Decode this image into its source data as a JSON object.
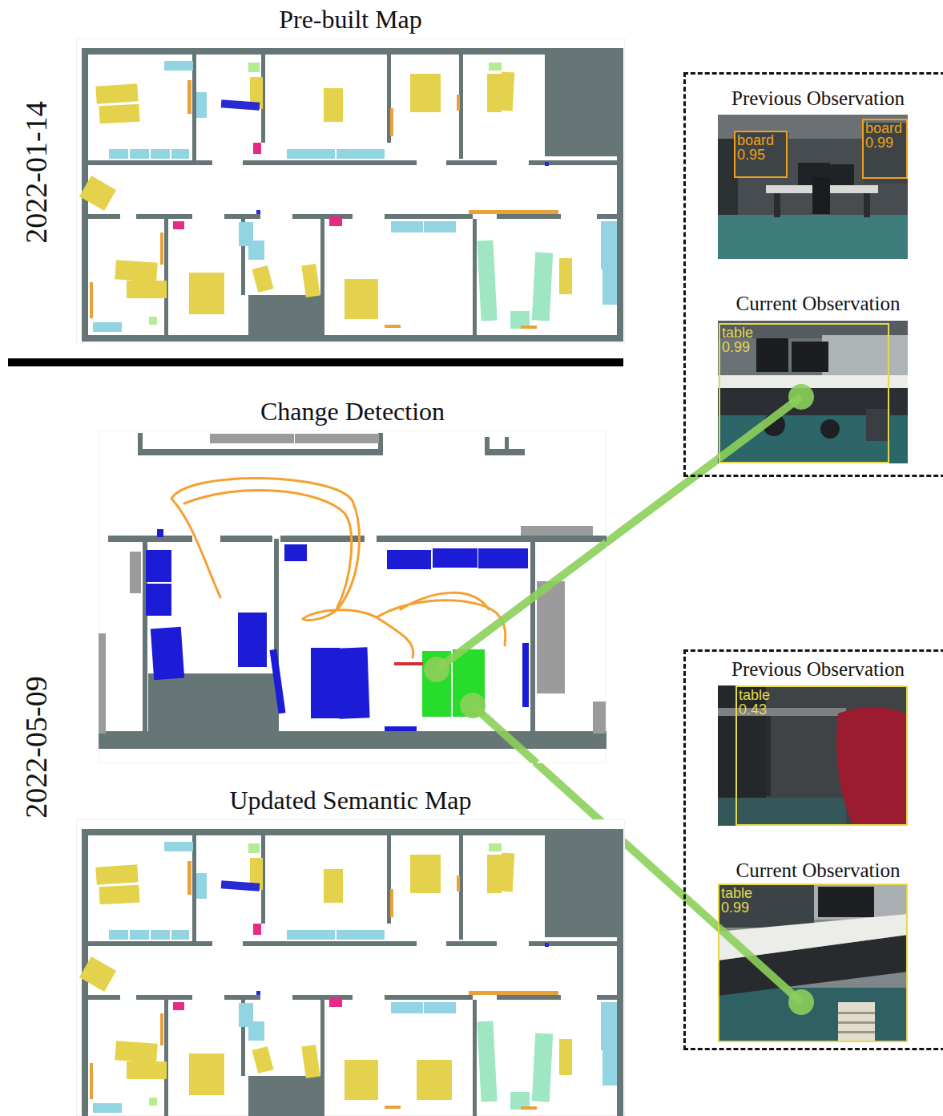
{
  "diagram": {
    "nodes": [
      {
        "text": [
          "Pre-built Map"
        ]
      },
      {
        "text": [
          "Change Detection"
        ]
      },
      {
        "text": [
          "Updated Semantic Map"
        ]
      },
      {
        "text": [
          "Previous Observation",
          "Current Observation"
        ]
      },
      {
        "text": [
          "Previous Observation",
          "Current Observation"
        ]
      },
      {
        "text": [
          "board 0.95"
        ],
        "in": 3
      },
      {
        "text": [
          "board 0.99"
        ],
        "in": 3
      },
      {
        "text": [
          "table 0.99"
        ],
        "in": 3
      },
      {
        "text": [
          "table 0.43"
        ],
        "in": 4
      },
      {
        "text": [
          "table 0.99"
        ],
        "in": 4
      }
    ],
    "edges": [
      {
        "from": 1,
        "to": 7,
        "arrow": "none"
      },
      {
        "from": 1,
        "to": 9,
        "arrow": "none"
      }
    ],
    "labels": [
      "2022-01-14",
      "2022-05-09"
    ]
  }
}
